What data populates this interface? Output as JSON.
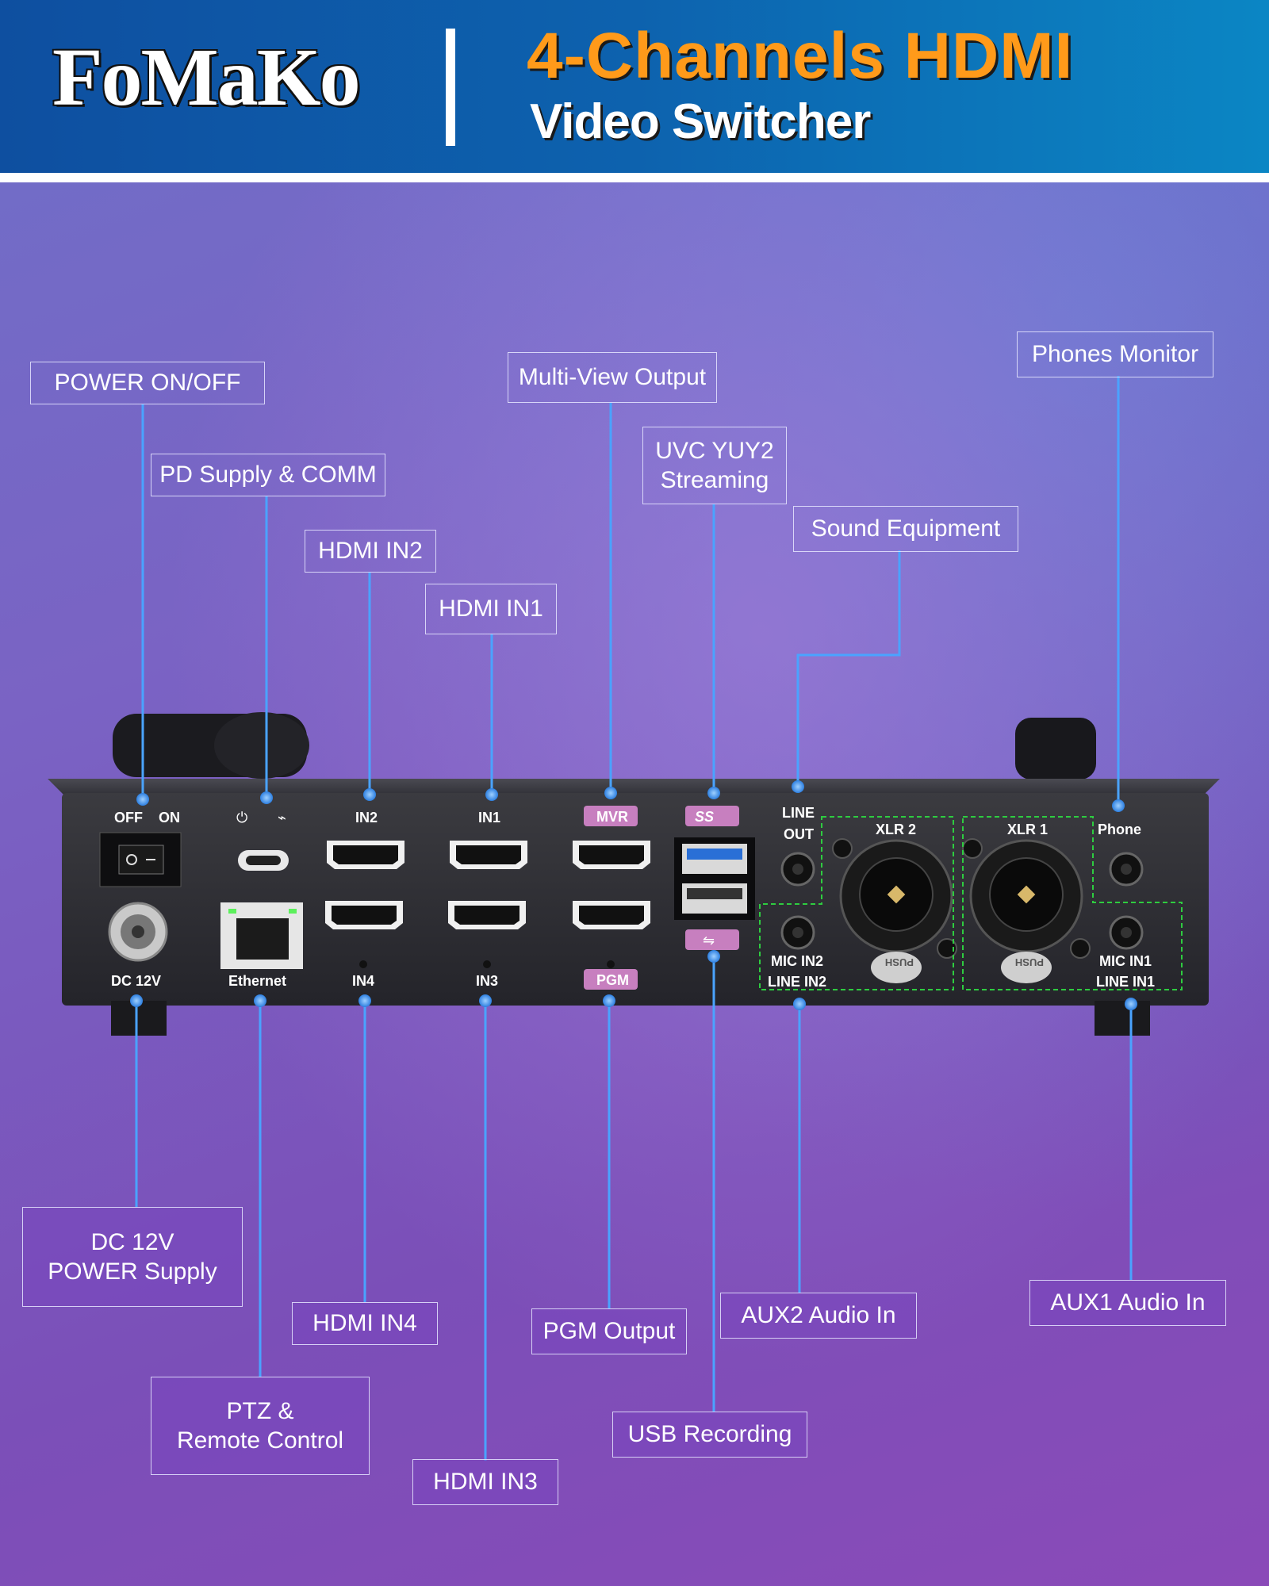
{
  "header": {
    "brand": "FoMaKo",
    "title_line1": "4-Channels HDMI",
    "title_line2": "Video Switcher"
  },
  "callouts": {
    "power_onoff": "POWER ON/OFF",
    "pd_supply": "PD Supply & COMM",
    "hdmi_in2": "HDMI IN2",
    "hdmi_in1": "HDMI IN1",
    "multiview_output": "Multi-View Output",
    "uvc_streaming": "UVC YUY2\nStreaming",
    "sound_equipment": "Sound Equipment",
    "phones_monitor": "Phones Monitor",
    "dc_power": "DC 12V\nPOWER Supply",
    "ptz_remote": "PTZ &\nRemote Control",
    "hdmi_in4": "HDMI IN4",
    "hdmi_in3": "HDMI IN3",
    "pgm_output": "PGM Output",
    "usb_recording": "USB Recording",
    "aux2_audio": "AUX2 Audio In",
    "aux1_audio": "AUX1 Audio In"
  },
  "panel_labels": {
    "off": "OFF",
    "on": "ON",
    "in2": "IN2",
    "in1": "IN1",
    "mvr": "MVR",
    "ss": "SS",
    "line_out": "LINE\nOUT",
    "xlr2": "XLR 2",
    "xlr1": "XLR 1",
    "phone": "Phone",
    "dc12v": "DC 12V",
    "ethernet": "Ethernet",
    "in4": "IN4",
    "in3": "IN3",
    "pgm": "PGM",
    "mic_in2": "MIC IN2",
    "line_in2": "LINE IN2",
    "mic_in1": "MIC IN1",
    "line_in1": "LINE IN1",
    "push": "PUSH"
  },
  "colors": {
    "header_blue": "#0d62ae",
    "title_orange": "#ff9a1a",
    "leader_line": "#4aa3ff",
    "badge_pink": "#c77fbf",
    "xlr_box_green": "#2ecc40"
  }
}
